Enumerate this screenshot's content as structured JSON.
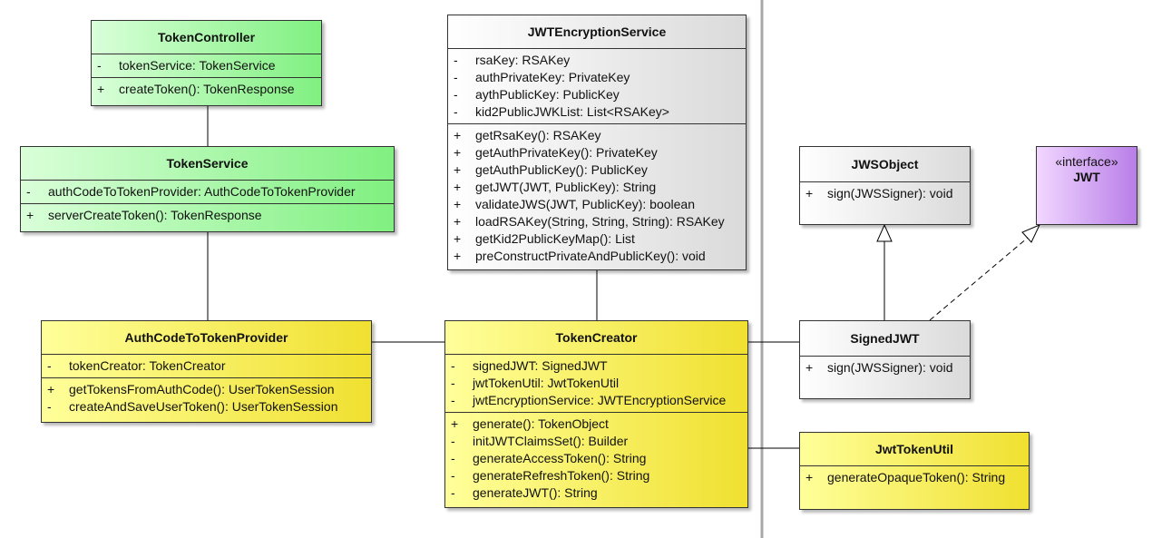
{
  "classes": {
    "token_controller": {
      "name": "TokenController",
      "attributes": [
        {
          "vis": "-",
          "text": "tokenService: TokenService"
        }
      ],
      "operations": [
        {
          "vis": "+",
          "text": "createToken(): TokenResponse"
        }
      ]
    },
    "token_service": {
      "name": "TokenService",
      "attributes": [
        {
          "vis": "-",
          "text": "authCodeToTokenProvider: AuthCodeToTokenProvider"
        }
      ],
      "operations": [
        {
          "vis": "+",
          "text": "serverCreateToken(): TokenResponse"
        }
      ]
    },
    "auth_code_provider": {
      "name": "AuthCodeToTokenProvider",
      "attributes": [
        {
          "vis": "-",
          "text": "tokenCreator: TokenCreator"
        }
      ],
      "operations": [
        {
          "vis": "+",
          "text": "getTokensFromAuthCode(): UserTokenSession"
        },
        {
          "vis": "-",
          "text": "createAndSaveUserToken(): UserTokenSession"
        }
      ]
    },
    "jwt_encryption_service": {
      "name": "JWTEncryptionService",
      "attributes": [
        {
          "vis": "-",
          "text": "rsaKey: RSAKey"
        },
        {
          "vis": "-",
          "text": "authPrivateKey: PrivateKey"
        },
        {
          "vis": "-",
          "text": "aythPublicKey: PublicKey"
        },
        {
          "vis": "-",
          "text": "kid2PublicJWKList: List<RSAKey>"
        }
      ],
      "operations": [
        {
          "vis": "+",
          "text": "getRsaKey(): RSAKey"
        },
        {
          "vis": "+",
          "text": "getAuthPrivateKey(): PrivateKey"
        },
        {
          "vis": "+",
          "text": "getAuthPublicKey(): PublicKey"
        },
        {
          "vis": "+",
          "text": "getJWT(JWT, PublicKey): String"
        },
        {
          "vis": "+",
          "text": "validateJWS(JWT, PublicKey): boolean"
        },
        {
          "vis": "+",
          "text": "loadRSAKey(String, String, String): RSAKey"
        },
        {
          "vis": "+",
          "text": "getKid2PublicKeyMap(): List"
        },
        {
          "vis": "+",
          "text": "preConstructPrivateAndPublicKey(): void"
        }
      ]
    },
    "token_creator": {
      "name": "TokenCreator",
      "attributes": [
        {
          "vis": "-",
          "text": "signedJWT: SignedJWT"
        },
        {
          "vis": "-",
          "text": "jwtTokenUtil: JwtTokenUtil"
        },
        {
          "vis": "-",
          "text": "jwtEncryptionService: JWTEncryptionService"
        }
      ],
      "operations": [
        {
          "vis": "+",
          "text": "generate(): TokenObject"
        },
        {
          "vis": "-",
          "text": "initJWTClaimsSet(): Builder"
        },
        {
          "vis": "-",
          "text": "generateAccessToken(): String"
        },
        {
          "vis": "-",
          "text": "generateRefreshToken(): String"
        },
        {
          "vis": "-",
          "text": "generateJWT(): String"
        }
      ]
    },
    "jws_object": {
      "name": "JWSObject",
      "operations": [
        {
          "vis": "+",
          "text": "sign(JWSSigner): void"
        }
      ]
    },
    "jwt_interface": {
      "stereotype": "«interface»",
      "name": "JWT"
    },
    "signed_jwt": {
      "name": "SignedJWT",
      "operations": [
        {
          "vis": "+",
          "text": "sign(JWSSigner): void"
        }
      ]
    },
    "jwt_token_util": {
      "name": "JwtTokenUtil",
      "operations": [
        {
          "vis": "+",
          "text": "generateOpaqueToken(): String"
        }
      ]
    }
  },
  "colors": {
    "green_class": "#80f080",
    "yellow_class": "#f0e030",
    "white_class": "#dadada",
    "interface_class": "#b87ee8",
    "line": "#000000",
    "divider": "#a8a8a8"
  }
}
